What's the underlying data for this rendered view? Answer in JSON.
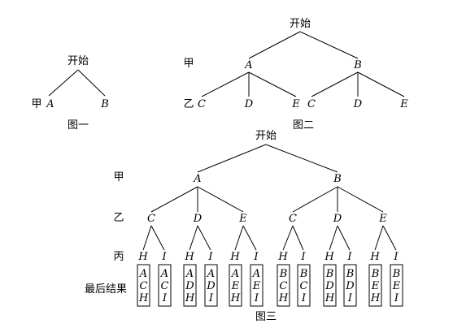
{
  "figures": [
    {
      "caption": "图一",
      "root": "开始",
      "level_labels": [
        "甲"
      ],
      "levels": [
        [
          "A",
          "B"
        ]
      ]
    },
    {
      "caption": "图二",
      "root": "开始",
      "level_labels": [
        "甲",
        "乙"
      ],
      "levels": [
        [
          "A",
          "B"
        ],
        [
          "C",
          "D",
          "E",
          "C",
          "D",
          "E"
        ]
      ]
    },
    {
      "caption": "图三",
      "root": "开始",
      "level_labels": [
        "甲",
        "乙",
        "丙"
      ],
      "levels": [
        [
          "A",
          "B"
        ],
        [
          "C",
          "D",
          "E",
          "C",
          "D",
          "E"
        ],
        [
          "H",
          "I",
          "H",
          "I",
          "H",
          "I",
          "H",
          "I",
          "H",
          "I",
          "H",
          "I"
        ]
      ],
      "result_label": "最后结果",
      "results": [
        [
          "A",
          "C",
          "H"
        ],
        [
          "A",
          "C",
          "I"
        ],
        [
          "A",
          "D",
          "H"
        ],
        [
          "A",
          "D",
          "I"
        ],
        [
          "A",
          "E",
          "H"
        ],
        [
          "A",
          "E",
          "I"
        ],
        [
          "B",
          "C",
          "H"
        ],
        [
          "B",
          "C",
          "I"
        ],
        [
          "B",
          "D",
          "H"
        ],
        [
          "B",
          "D",
          "I"
        ],
        [
          "B",
          "E",
          "H"
        ],
        [
          "B",
          "E",
          "I"
        ]
      ]
    }
  ]
}
